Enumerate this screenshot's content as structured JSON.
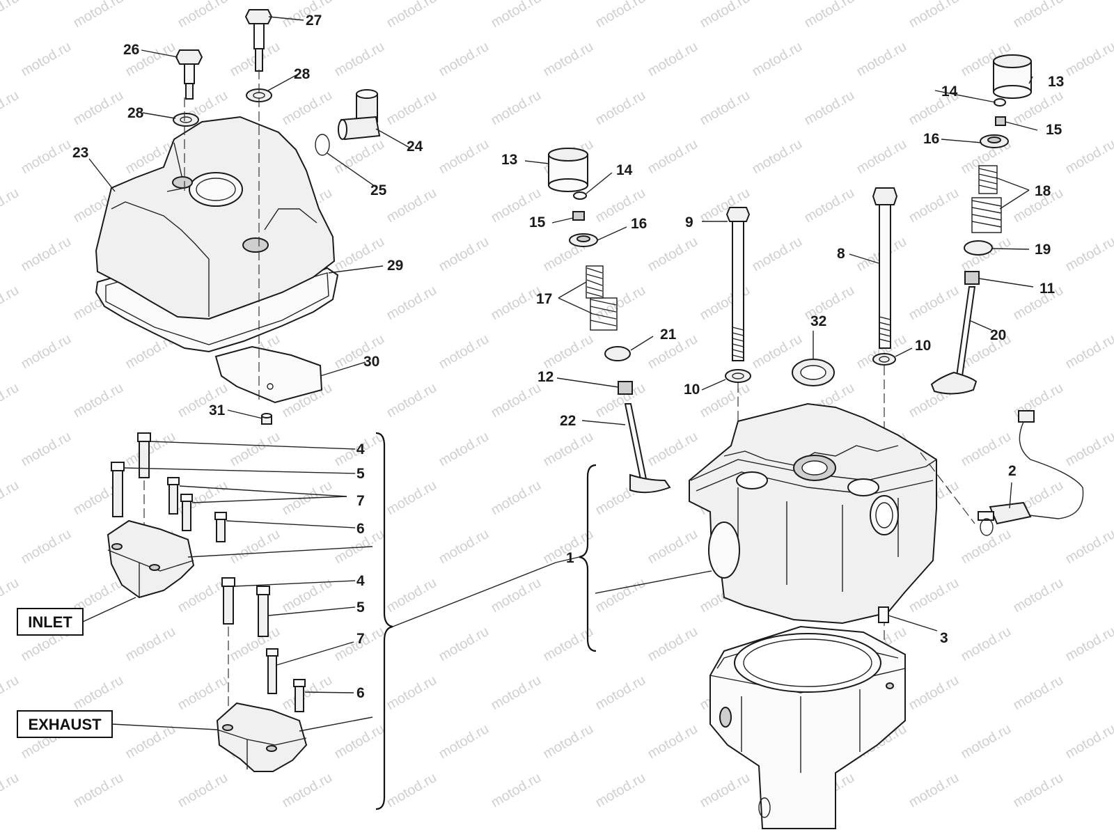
{
  "watermark": "motod.ru",
  "colors": {
    "line": "#1a1a1a",
    "fill": "#f0f0f0",
    "watermark": "#cfcfcf"
  },
  "labels": {
    "l1": "1",
    "l2": "2",
    "l3": "3",
    "l4a": "4",
    "l4b": "4",
    "l5a": "5",
    "l5b": "5",
    "l6a": "6",
    "l6b": "6",
    "l7a": "7",
    "l7b": "7",
    "l8": "8",
    "l9": "9",
    "l10a": "10",
    "l10b": "10",
    "l11": "11",
    "l12": "12",
    "l13a": "13",
    "l13b": "13",
    "l14a": "14",
    "l14b": "14",
    "l15a": "15",
    "l15b": "15",
    "l16a": "16",
    "l16b": "16",
    "l17": "17",
    "l18": "18",
    "l19": "19",
    "l20": "20",
    "l21": "21",
    "l22": "22",
    "l23": "23",
    "l24": "24",
    "l25": "25",
    "l26": "26",
    "l27": "27",
    "l28a": "28",
    "l28b": "28",
    "l29": "29",
    "l30": "30",
    "l31": "31",
    "l32": "32"
  },
  "boxes": {
    "inlet": "INLET",
    "exhaust": "EXHAUST"
  }
}
